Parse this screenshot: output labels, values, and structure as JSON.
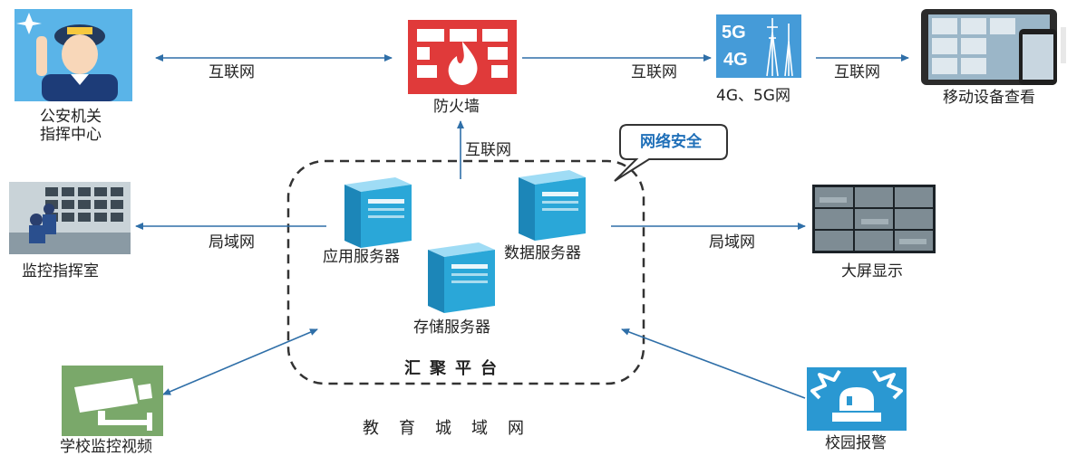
{
  "nodes": {
    "police_hq": {
      "label_line1": "公安机关",
      "label_line2": "指挥中心"
    },
    "firewall": {
      "label": "防火墙"
    },
    "mobile_net": {
      "label": "4G、5G网",
      "badge_5g": "5G",
      "badge_4g": "4G"
    },
    "mobile_devices": {
      "label": "移动设备查看"
    },
    "monitor_room": {
      "label": "监控指挥室"
    },
    "big_screen": {
      "label": "大屏显示"
    },
    "school_video": {
      "label": "学校监控视频"
    },
    "campus_alarm": {
      "label": "校园报警"
    },
    "app_server": {
      "label": "应用服务器"
    },
    "data_server": {
      "label": "数据服务器"
    },
    "storage_server": {
      "label": "存储服务器"
    }
  },
  "links": {
    "internet_1": "互联网",
    "internet_2": "互联网",
    "internet_3": "互联网",
    "internet_4": "互联网",
    "lan_left": "局域网",
    "lan_right": "局域网"
  },
  "callout": {
    "text": "网络安全"
  },
  "platform": {
    "title": "汇聚平台"
  },
  "network": {
    "title": "教育城域网"
  },
  "colors": {
    "arrow": "#2f6fa8",
    "server": "#2aa7d8",
    "firewall": "#e03a3a",
    "icon_bg": "#2a98d2"
  }
}
